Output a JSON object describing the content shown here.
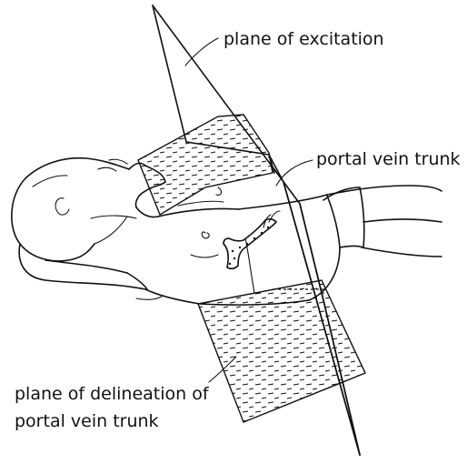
{
  "labels": {
    "plane_of_excitation": "plane of excitation",
    "portal_vein_trunk": "portal vein trunk",
    "plane_of_delineation_line1": "plane of delineation of",
    "plane_of_delineation_line2": "portal vein trunk"
  }
}
